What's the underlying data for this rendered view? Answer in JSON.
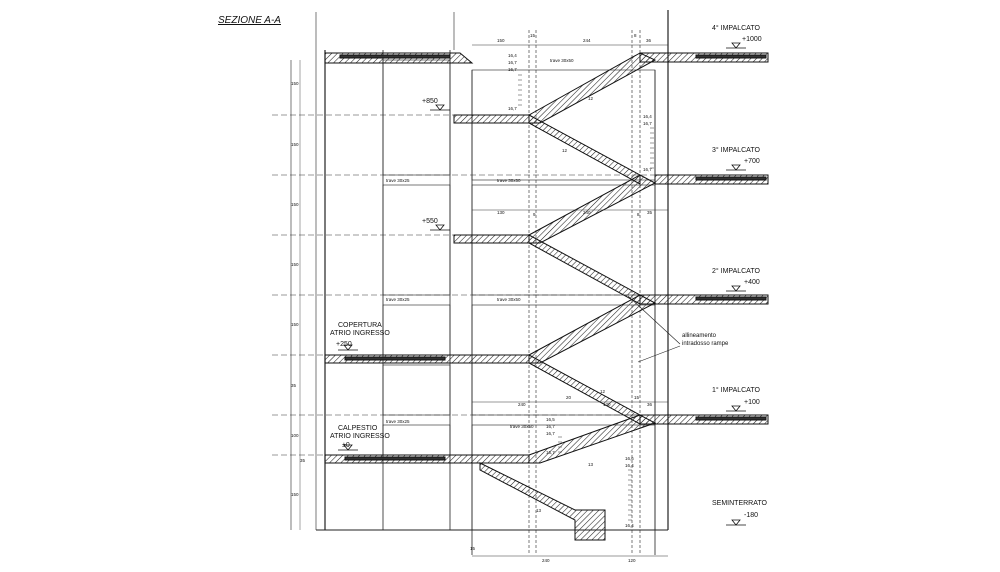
{
  "drawing": {
    "title": "SEZIONE A-A",
    "floors": [
      {
        "key": "p4",
        "level": "4° IMPALCATO",
        "elevation": "+1000"
      },
      {
        "key": "p3",
        "level": "3° IMPALCATO",
        "elevation": "+700"
      },
      {
        "key": "p2",
        "level": "2° IMPALCATO",
        "elevation": "+400"
      },
      {
        "key": "p1",
        "level": "1° IMPALCATO",
        "elevation": "+100"
      },
      {
        "key": "ps",
        "level": "SEMINTERRATO",
        "elevation": "-180"
      }
    ],
    "landings": [
      "+850",
      "+550"
    ],
    "atrium": {
      "roof_label_1": "COPERTURA",
      "roof_label_2": "ATRIO INGRESSO",
      "roof_elev": "+250",
      "floor_label_1": "CALPESTIO",
      "floor_label_2": "ATRIO INGRESSO",
      "floor_elev": "±0"
    },
    "note_1": "allineamento",
    "note_2": "intradosso rampe",
    "beams": {
      "b_30x25": "trave 30x25",
      "b_30x50": "trave 30x50"
    },
    "side_dims": [
      "150",
      "150",
      "150",
      "150",
      "150",
      "35",
      "100",
      "35",
      "150"
    ],
    "top_dims": [
      "150",
      "15",
      "244",
      "8",
      "36"
    ],
    "mid_dims": [
      "130",
      "9",
      "240",
      "8",
      "35"
    ],
    "low_dims": [
      "240",
      "20",
      "130",
      "15",
      "36"
    ],
    "bottom_dims": [
      "15",
      "240",
      "120"
    ],
    "step_values_a": [
      "16,4",
      "16,7",
      "16,7",
      "16,7"
    ],
    "step_values_b": [
      "16,4",
      "16,7",
      "16,7"
    ],
    "step_values_c": [
      "16,5",
      "16,7",
      "16,7",
      "16,7"
    ],
    "step_values_d": [
      "16,6",
      "16,4",
      "16,4"
    ],
    "flight_counts": [
      "12",
      "12",
      "12",
      "13",
      "13"
    ]
  }
}
